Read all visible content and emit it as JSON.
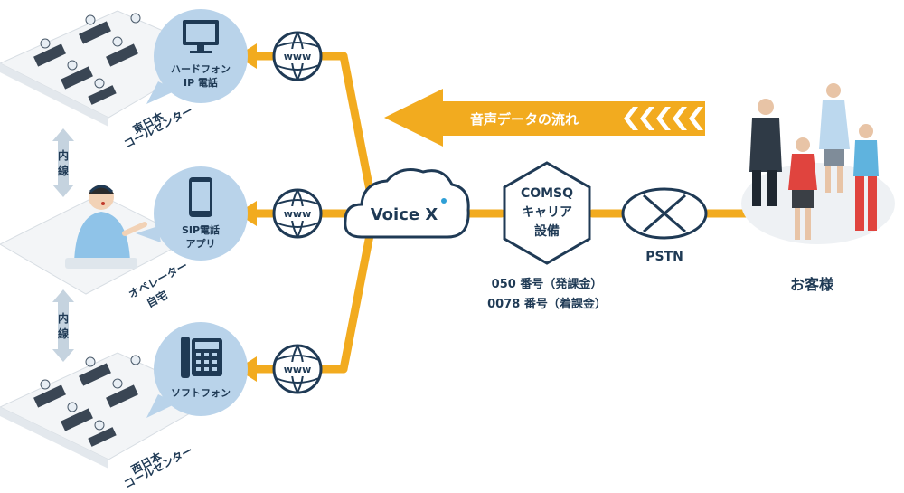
{
  "locations": {
    "east": {
      "label_line1": "東日本",
      "label_line2": "コールセンター"
    },
    "home": {
      "label_line1": "オペレーター",
      "label_line2": "自宅"
    },
    "west": {
      "label_line1": "西日本",
      "label_line2": "コールセンター"
    }
  },
  "devices": {
    "hardphone": {
      "line1": "ハードフォン",
      "line2": "IP 電話"
    },
    "sip_app": {
      "line1": "SIP電話",
      "line2": "アプリ"
    },
    "softphone": {
      "line1": "ソフトフォン"
    }
  },
  "extension_label": {
    "char1": "内",
    "char2": "線"
  },
  "www_label": "www",
  "voicex": {
    "text": "Voice X"
  },
  "carrier": {
    "line1": "COMSQ",
    "line2": "キャリア",
    "line3": "設備"
  },
  "numbers": {
    "line1": "050 番号（発課金）",
    "line2": "0078 番号（着課金）"
  },
  "pstn": "PSTN",
  "customers": "お客様",
  "flow_label": "音声データの流れ",
  "colors": {
    "accent": "#f2ab1f",
    "navy": "#1f3a55",
    "bubble": "#b9d3ea",
    "arrow_gray": "#c5d3df"
  }
}
